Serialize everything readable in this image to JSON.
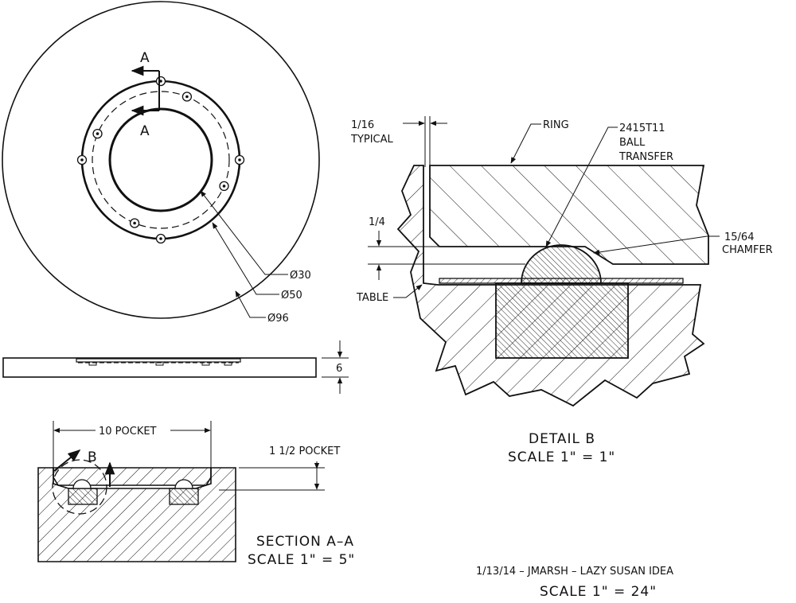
{
  "plan_view": {
    "section_arrow_label_top": "A",
    "section_arrow_label_bottom": "A",
    "dim_inner": "Ø30",
    "dim_ring": "Ø50",
    "dim_outer": "Ø96",
    "dim_thickness": "6"
  },
  "section_view": {
    "dim_pocket_width": "10 POCKET",
    "dim_pocket_depth": "1 1/2 POCKET",
    "detail_callout": "B",
    "title": "SECTION A–A",
    "scale": "SCALE 1\" = 5\""
  },
  "detail_view": {
    "dim_gap_value": "1/16",
    "dim_gap_note": "TYPICAL",
    "label_ring": "RING",
    "part_number": "2415T11",
    "part_line2": "BALL",
    "part_line3": "TRANSFER",
    "dim_quarter": "1/4",
    "chamfer_value": "15/64",
    "chamfer_note": "CHAMFER",
    "label_table": "TABLE",
    "title": "DETAIL  B",
    "scale": "SCALE 1\" = 1\""
  },
  "title_block": {
    "line1": "1/13/14 – JMARSH – LAZY SUSAN IDEA",
    "line2": "SCALE 1\" = 24\""
  }
}
